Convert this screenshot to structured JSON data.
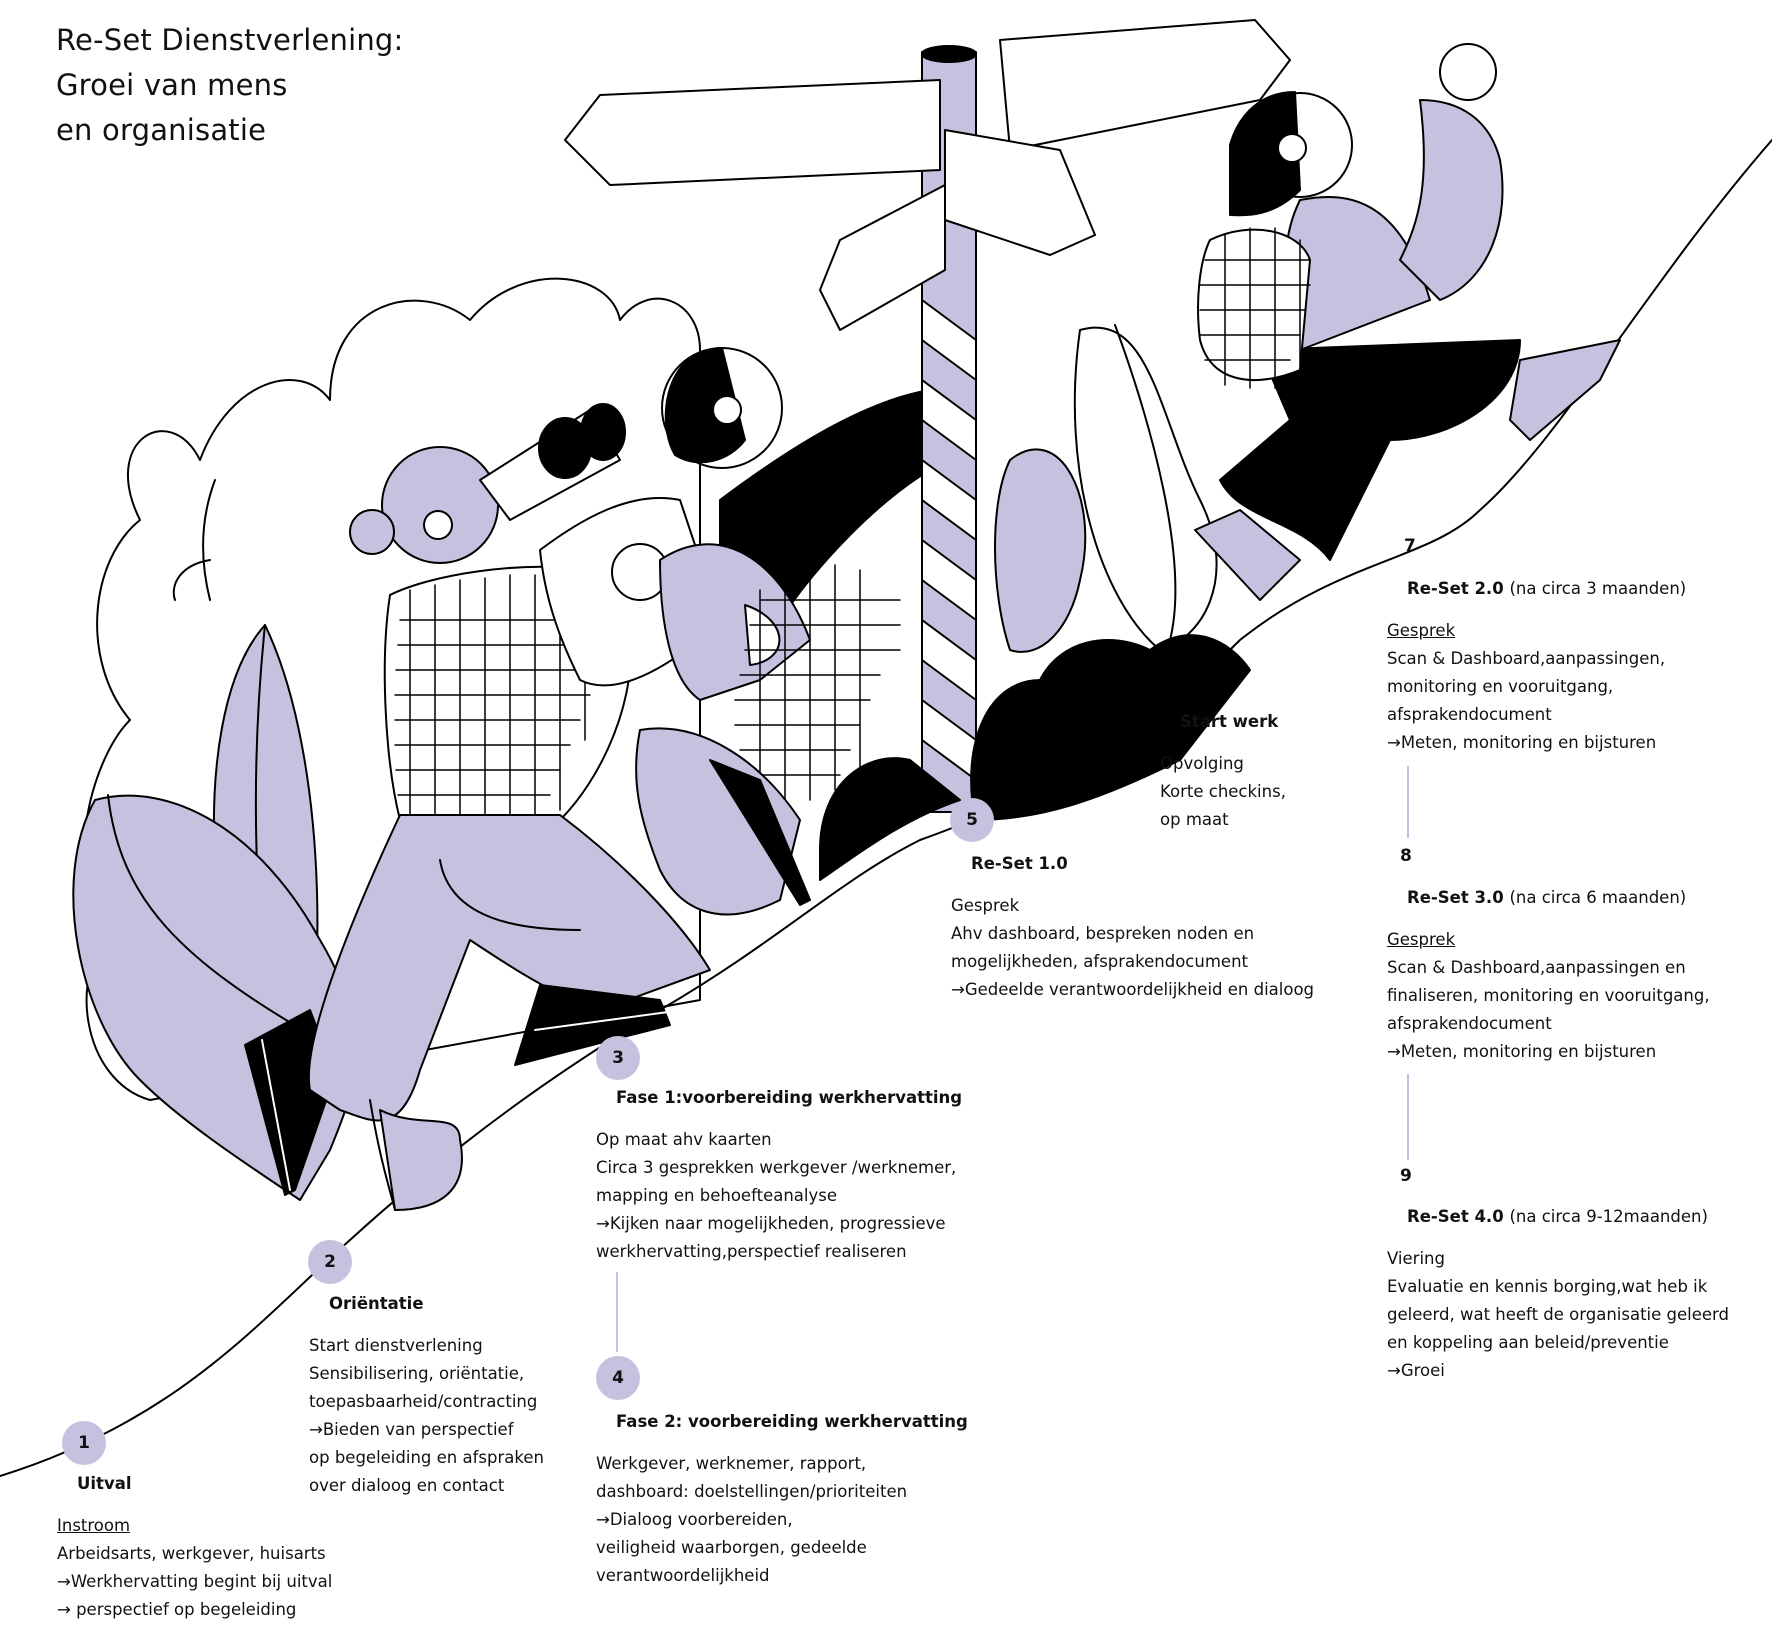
{
  "title": {
    "line1": "Re-Set Dienstverlening:",
    "line2": "Groei van mens",
    "line3": "en organisatie"
  },
  "colors": {
    "lavender": "#c6c1de",
    "black": "#000000",
    "white": "#ffffff"
  },
  "steps": [
    {
      "num": "1",
      "title": "Uitval",
      "subheading": "Instroom",
      "lines": [
        "Arbeidsarts, werkgever, huisarts",
        "→Werkhervatting begint bij uitval",
        "→ perspectief op begeleiding"
      ]
    },
    {
      "num": "2",
      "title": "Oriëntatie",
      "lines": [
        "Start dienstverlening",
        "Sensibilisering, oriëntatie,",
        "toepasbaarheid/contracting",
        "→Bieden van perspectief",
        "op begeleiding en afspraken",
        "over dialoog en contact"
      ]
    },
    {
      "num": "3",
      "title": "Fase 1:voorbereiding werkhervatting",
      "lines": [
        "Op maat ahv kaarten",
        "Circa 3 gesprekken werkgever /werknemer,",
        "mapping en behoefteanalyse",
        "→Kijken naar mogelijkheden, progressieve",
        "werkhervatting,perspectief realiseren"
      ]
    },
    {
      "num": "4",
      "title": "Fase 2: voorbereiding werkhervatting",
      "lines": [
        "Werkgever, werknemer, rapport,",
        "dashboard: doelstellingen/prioriteiten",
        "→Dialoog voorbereiden,",
        "veiligheid waarborgen, gedeelde",
        "verantwoordelijkheid"
      ]
    },
    {
      "num": "5",
      "title": "Re-Set 1.0",
      "lines": [
        "Gesprek",
        "Ahv dashboard, bespreken noden en",
        "mogelijkheden, afsprakendocument",
        "→Gedeelde verantwoordelijkheid en dialoog"
      ]
    },
    {
      "title": "Start werk",
      "lines": [
        "Opvolging",
        "Korte checkins,",
        "op maat"
      ]
    },
    {
      "num": "7",
      "title": "Re-Set 2.0",
      "note": "(na circa 3 maanden)",
      "subheading": "Gesprek",
      "lines": [
        "Scan & Dashboard,aanpassingen,",
        "monitoring en vooruitgang,",
        "afsprakendocument",
        "→Meten, monitoring en bijsturen"
      ]
    },
    {
      "num": "8",
      "title": "Re-Set 3.0",
      "note": "(na circa 6 maanden)",
      "subheading": "Gesprek",
      "lines": [
        "Scan & Dashboard,aanpassingen en",
        "finaliseren, monitoring en vooruitgang,",
        "afsprakendocument",
        "→Meten, monitoring en bijsturen"
      ]
    },
    {
      "num": "9",
      "title": "Re-Set 4.0",
      "note": "(na circa 9-12maanden)",
      "lines": [
        "Viering",
        "Evaluatie en kennis borging,wat heb ik",
        "geleerd, wat heeft de organisatie geleerd",
        "en koppeling aan beleid/preventie",
        "→Groei"
      ]
    }
  ]
}
